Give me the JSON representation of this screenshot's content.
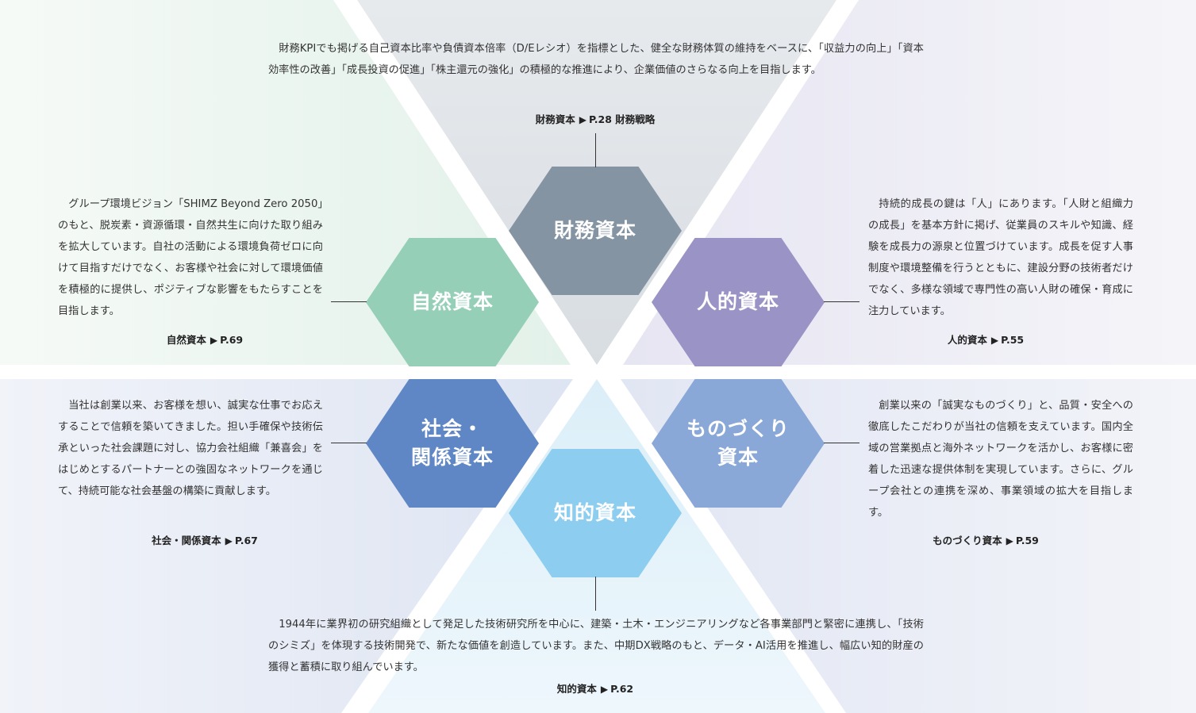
{
  "colors": {
    "financial": "#8494a3",
    "human": "#9a93c6",
    "natural": "#95cfb7",
    "manufactured": "#8aa8d7",
    "social": "#5f86c5",
    "intellectual": "#8ccdf0"
  },
  "capitals": {
    "financial": {
      "name": "財務資本",
      "description": "財務KPIでも掲げる自己資本比率や負債資本倍率（D/Eレシオ）を指標とした、健全な財務体質の維持をベースに、「収益力の向上」「資本効率性の改善」「成長投資の促進」「株主還元の強化」の積極的な推進により、企業価値のさらなる向上を目指します。",
      "ref_label": "財務資本",
      "ref_page": "P.28 財務戦略"
    },
    "natural": {
      "name": "自然資本",
      "description": "グループ環境ビジョン「SHIMZ Beyond Zero 2050」のもと、脱炭素・資源循環・自然共生に向けた取り組みを拡大しています。自社の活動による環境負荷ゼロに向けて目指すだけでなく、お客様や社会に対して環境価値を積極的に提供し、ポジティブな影響をもたらすことを目指します。",
      "ref_label": "自然資本",
      "ref_page": "P.69"
    },
    "human": {
      "name": "人的資本",
      "description": "持続的成長の鍵は「人」にあります。「人財と組織力の成長」を基本方針に掲げ、従業員のスキルや知識、経験を成長力の源泉と位置づけています。成長を促す人事制度や環境整備を行うとともに、建設分野の技術者だけでなく、多様な領域で専門性の高い人財の確保・育成に注力しています。",
      "ref_label": "人的資本",
      "ref_page": "P.55"
    },
    "social": {
      "name": "社会・\n関係資本",
      "description": "当社は創業以来、お客様を想い、誠実な仕事でお応えすることで信頼を築いてきました。担い手確保や技術伝承といった社会課題に対し、協力会社組織「兼喜会」をはじめとするパートナーとの強固なネットワークを通じて、持続可能な社会基盤の構築に貢献します。",
      "ref_label": "社会・関係資本",
      "ref_page": "P.67"
    },
    "manufactured": {
      "name": "ものづくり\n資本",
      "description": "創業以来の「誠実なものづくり」と、品質・安全への徹底したこだわりが当社の信頼を支えています。国内全域の営業拠点と海外ネットワークを活かし、お客様に密着した迅速な提供体制を実現しています。さらに、グループ会社との連携を深め、事業領域の拡大を目指します。",
      "ref_label": "ものづくり資本",
      "ref_page": "P.59"
    },
    "intellectual": {
      "name": "知的資本",
      "description": "1944年に業界初の研究組織として発足した技術研究所を中心に、建築・土木・エンジニアリングなど各事業部門と緊密に連携し、「技術のシミズ」を体現する技術開発で、新たな価値を創造しています。また、中期DX戦略のもと、データ・AI活用を推進し、幅広い知的財産の獲得と蓄積に取り組んでいます。",
      "ref_label": "知的資本",
      "ref_page": "P.62"
    }
  }
}
